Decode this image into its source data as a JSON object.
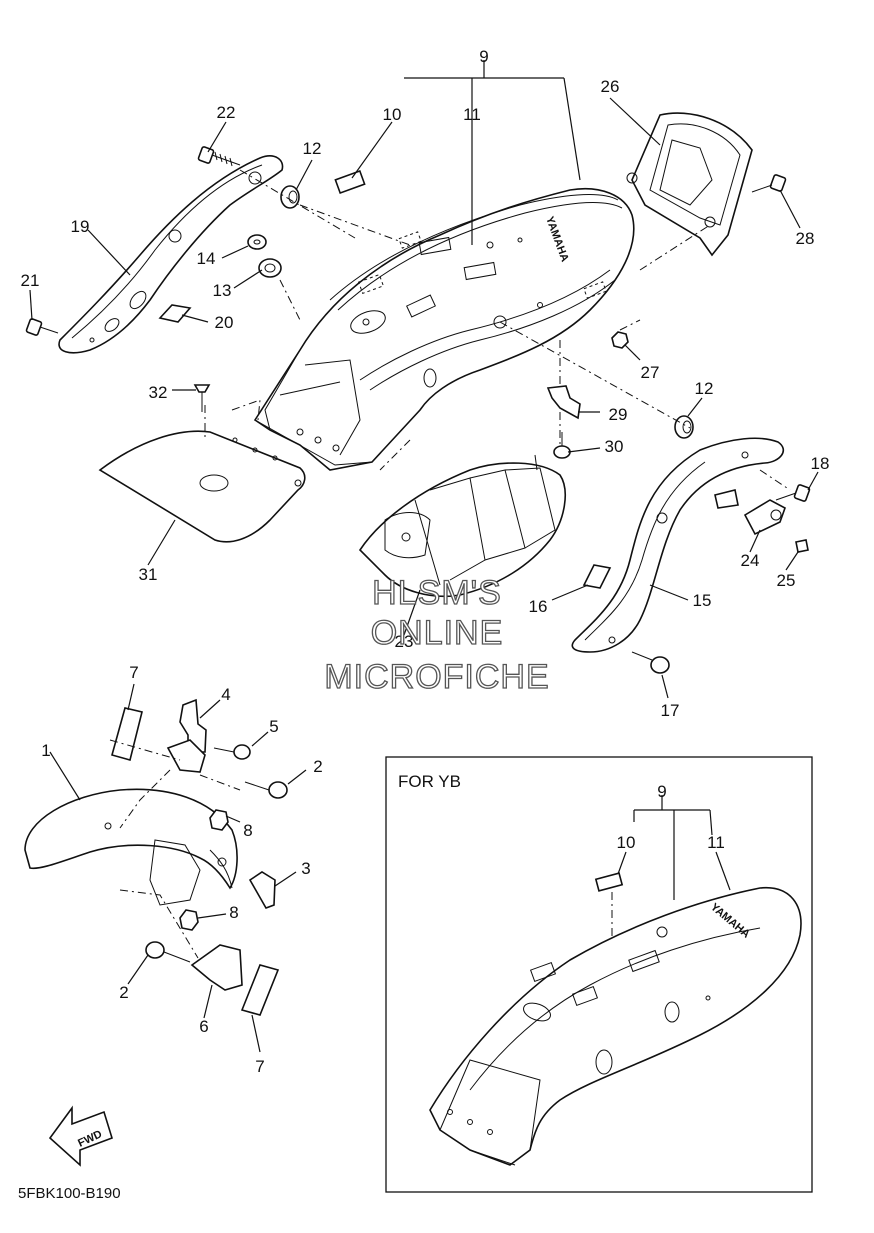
{
  "labels": {
    "n1": "1",
    "n2a": "2",
    "n2b": "2",
    "n3": "3",
    "n4": "4",
    "n5": "5",
    "n6": "6",
    "n7a": "7",
    "n7b": "7",
    "n8a": "8",
    "n8b": "8",
    "n9": "9",
    "n10": "10",
    "n11": "11",
    "n12a": "12",
    "n12b": "12",
    "n13": "13",
    "n14": "14",
    "n15": "15",
    "n16": "16",
    "n17": "17",
    "n18": "18",
    "n19": "19",
    "n20": "20",
    "n21": "21",
    "n22": "22",
    "n23": "23",
    "n24": "24",
    "n25": "25",
    "n26": "26",
    "n27": "27",
    "n28": "28",
    "n29": "29",
    "n30": "30",
    "n31": "31",
    "n32": "32"
  },
  "inset": {
    "title": "FOR YB",
    "n9": "9",
    "n10": "10",
    "n11": "11",
    "brand": "YAMAHA"
  },
  "brand_main": "YAMAHA",
  "fwd_label": "FWD",
  "diagram_code": "5FBK100-B190",
  "watermark": {
    "line1": "HLSM'S",
    "line2": "ONLINE",
    "line3": "MICROFICHE"
  }
}
